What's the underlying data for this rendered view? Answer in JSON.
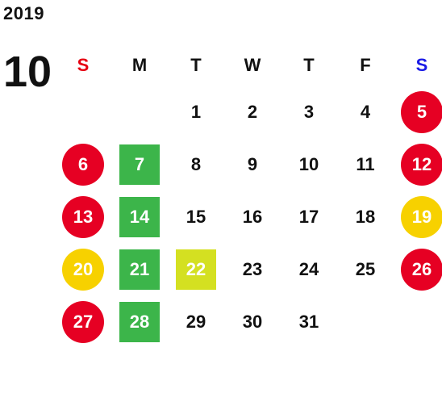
{
  "year": "2019",
  "month": "10",
  "weekdays": [
    "S",
    "M",
    "T",
    "W",
    "T",
    "F",
    "S"
  ],
  "colors": {
    "holiday_red": "#e60023",
    "yellow_circle": "#f7d100",
    "green_square": "#3cb54a",
    "lime_square": "#d4e021",
    "sunday_header": "#e60012",
    "saturday_header": "#1a1ae6"
  },
  "days": [
    {
      "d": "1",
      "style": "plain"
    },
    {
      "d": "2",
      "style": "plain"
    },
    {
      "d": "3",
      "style": "plain"
    },
    {
      "d": "4",
      "style": "plain"
    },
    {
      "d": "5",
      "style": "red"
    },
    {
      "d": "6",
      "style": "red"
    },
    {
      "d": "7",
      "style": "green"
    },
    {
      "d": "8",
      "style": "plain"
    },
    {
      "d": "9",
      "style": "plain"
    },
    {
      "d": "10",
      "style": "plain"
    },
    {
      "d": "11",
      "style": "plain"
    },
    {
      "d": "12",
      "style": "red"
    },
    {
      "d": "13",
      "style": "red"
    },
    {
      "d": "14",
      "style": "green"
    },
    {
      "d": "15",
      "style": "plain"
    },
    {
      "d": "16",
      "style": "plain"
    },
    {
      "d": "17",
      "style": "plain"
    },
    {
      "d": "18",
      "style": "plain"
    },
    {
      "d": "19",
      "style": "yellow"
    },
    {
      "d": "20",
      "style": "yellow"
    },
    {
      "d": "21",
      "style": "green"
    },
    {
      "d": "22",
      "style": "lime"
    },
    {
      "d": "23",
      "style": "plain"
    },
    {
      "d": "24",
      "style": "plain"
    },
    {
      "d": "25",
      "style": "plain"
    },
    {
      "d": "26",
      "style": "red"
    },
    {
      "d": "27",
      "style": "red"
    },
    {
      "d": "28",
      "style": "green"
    },
    {
      "d": "29",
      "style": "plain"
    },
    {
      "d": "30",
      "style": "plain"
    },
    {
      "d": "31",
      "style": "plain"
    }
  ],
  "first_weekday_index": 2
}
